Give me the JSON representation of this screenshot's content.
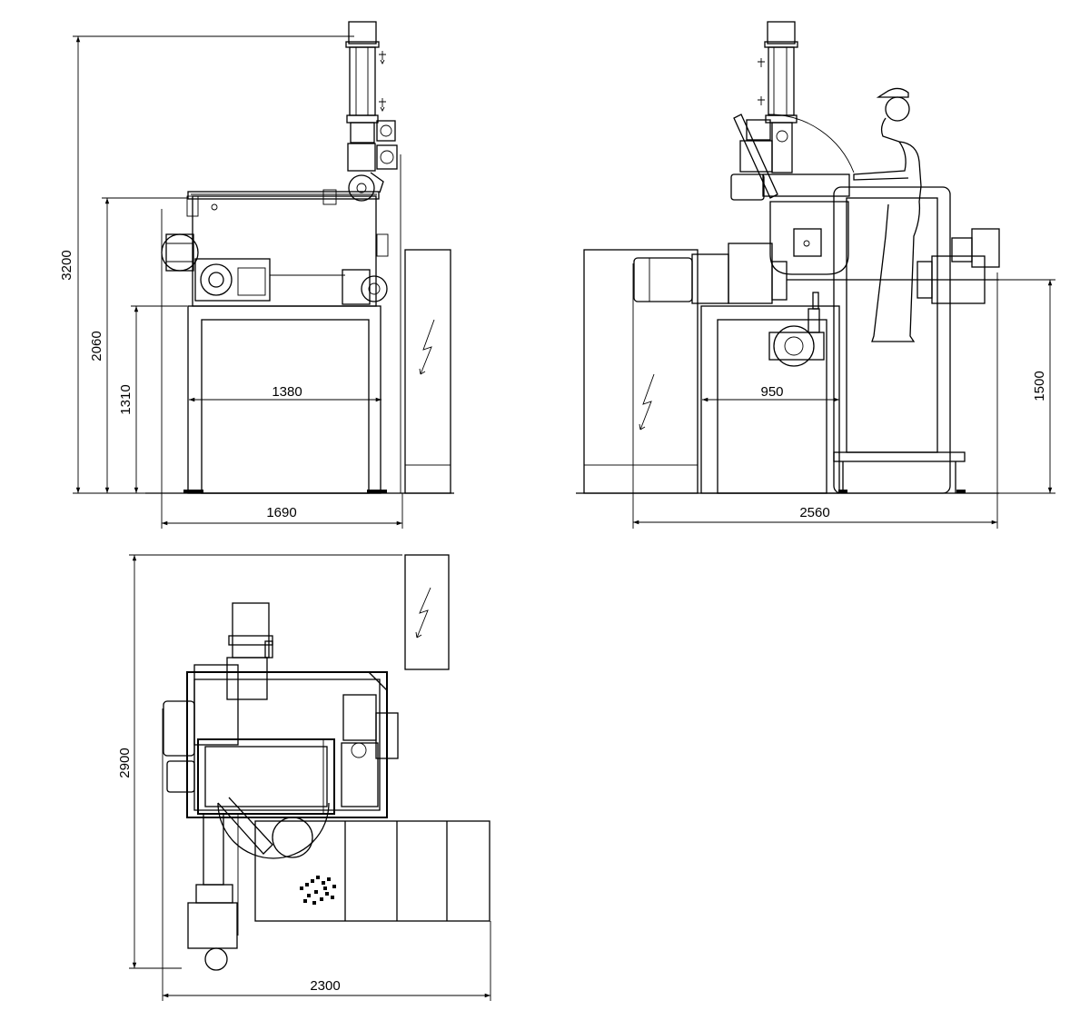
{
  "views": {
    "front": {
      "dim_height_total": "3200",
      "dim_height_top": "2060",
      "dim_height_frame": "1310",
      "dim_width_frame": "1380",
      "dim_width_total": "1690"
    },
    "side": {
      "dim_width_frame": "950",
      "dim_width_total": "2560",
      "dim_height_axis": "1500"
    },
    "plan": {
      "dim_depth": "2900",
      "dim_width": "2300"
    }
  },
  "icons": {
    "electrical_symbol": "lightning-bolt-icon",
    "operator_figure": "operator-figure"
  }
}
